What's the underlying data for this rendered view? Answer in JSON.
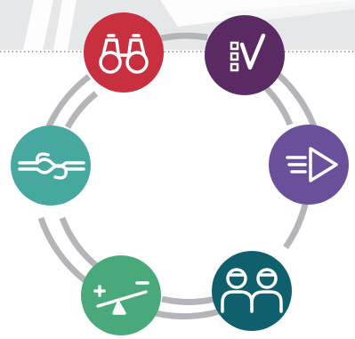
{
  "diagram": {
    "nodes": [
      {
        "id": "observe",
        "icon": "binoculars-icon",
        "color": "#c8303f"
      },
      {
        "id": "checklist",
        "icon": "checklist-icon",
        "color": "#5a2a63"
      },
      {
        "id": "play",
        "icon": "play-arrow-icon",
        "color": "#6a4f9b"
      },
      {
        "id": "people",
        "icon": "two-people-icon",
        "color": "#0f5f6d"
      },
      {
        "id": "balance",
        "icon": "seesaw-plus-minus-icon",
        "color": "#4aa97a"
      },
      {
        "id": "knot",
        "icon": "knot-icon",
        "color": "#47a8a0"
      }
    ],
    "ring_color": "#b3b5b8",
    "background_band_color": "#e6e7e9",
    "dotted_line_color": "#8a8d91"
  }
}
